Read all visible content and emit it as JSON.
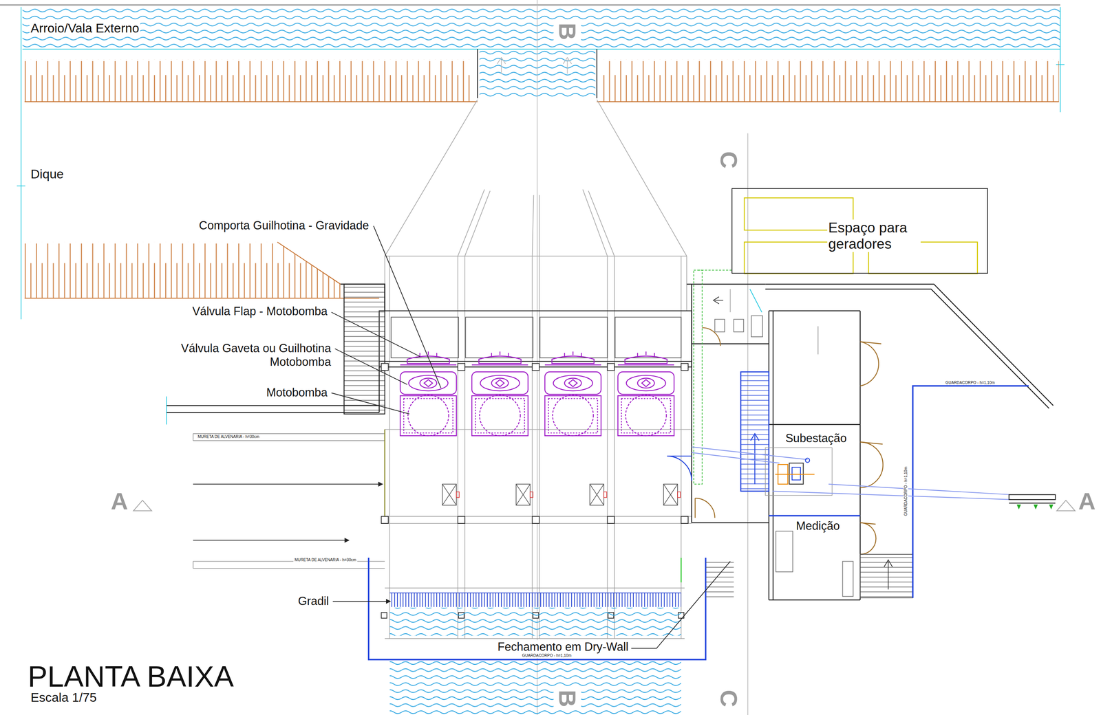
{
  "diagram": {
    "title": "PLANTA BAIXA",
    "caption": "Escala 1/75",
    "nodes": [
      {
        "text": [
          "Espaço para geradores"
        ]
      }
    ],
    "labels": [
      "Arroio/Vala Externo",
      "Dique",
      "Comporta Guilhotina - Gravidade",
      "Válvula Flap - Motobomba",
      "Válvula Gaveta ou Guilhotina Motobomba",
      "Motobomba",
      "Gradil",
      "Fechamento em Dry-Wall",
      "Subestação",
      "Medição",
      "B",
      "B",
      "C",
      "C",
      "A",
      "A",
      "MURETA DE ALVENARIA - h=30cm",
      "MURETA DE ALVENARIA - h=30cm",
      "GUARDACORPO - h=1,10m",
      "GUARDACORPO - h=1,10m",
      "GUARDACORPO - h=1,10m"
    ]
  }
}
